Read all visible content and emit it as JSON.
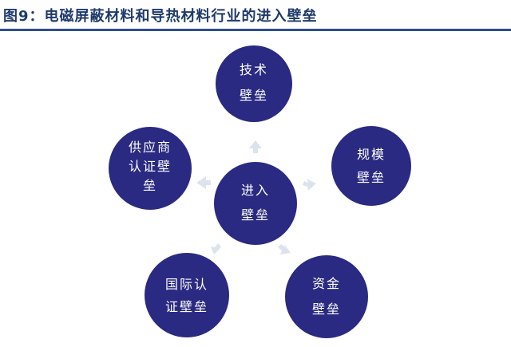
{
  "header": {
    "title": "图9：电磁屏蔽材料和导热材料行业的进入壁垒"
  },
  "diagram": {
    "center": {
      "lines": [
        "进入",
        "壁垒"
      ]
    },
    "nodes": [
      {
        "lines": [
          "技术",
          "壁垒"
        ]
      },
      {
        "lines": [
          "规模",
          "壁垒"
        ]
      },
      {
        "lines": [
          "资金",
          "壁垒"
        ]
      },
      {
        "lines": [
          "国际认",
          "证壁垒"
        ]
      },
      {
        "lines": [
          "供应商",
          "认证壁",
          "垒"
        ]
      }
    ]
  },
  "colors": {
    "node_fill": "#2a2a82",
    "arrow_fill": "#dde3ec",
    "title_text": "#1f3a6b",
    "title_rule": "#2e4f8a"
  }
}
